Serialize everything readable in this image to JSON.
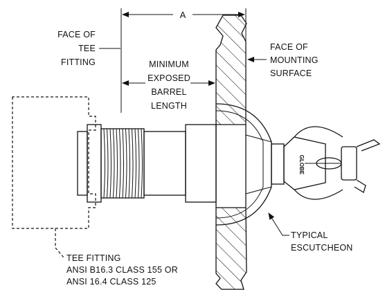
{
  "dimension": {
    "label": "A"
  },
  "labels": {
    "face_of_tee_fitting": [
      "FACE OF",
      "TEE",
      "FITTING"
    ],
    "min_exposed_barrel_length": [
      "MINIMUM",
      "EXPOSED",
      "BARREL",
      "LENGTH"
    ],
    "face_of_mounting_surface": [
      "FACE OF",
      "MOUNTING",
      "SURFACE"
    ],
    "typical_escutcheon": [
      "TYPICAL",
      "ESCUTCHEON"
    ],
    "tee_fitting": [
      "TEE FITTING",
      "ANSI B16.3 CLASS 155 OR",
      "ANSI 16.4 CLASS 125"
    ]
  },
  "logo": {
    "text": "GLOBE"
  },
  "colors": {
    "line": "#111111",
    "background": "#ffffff"
  }
}
